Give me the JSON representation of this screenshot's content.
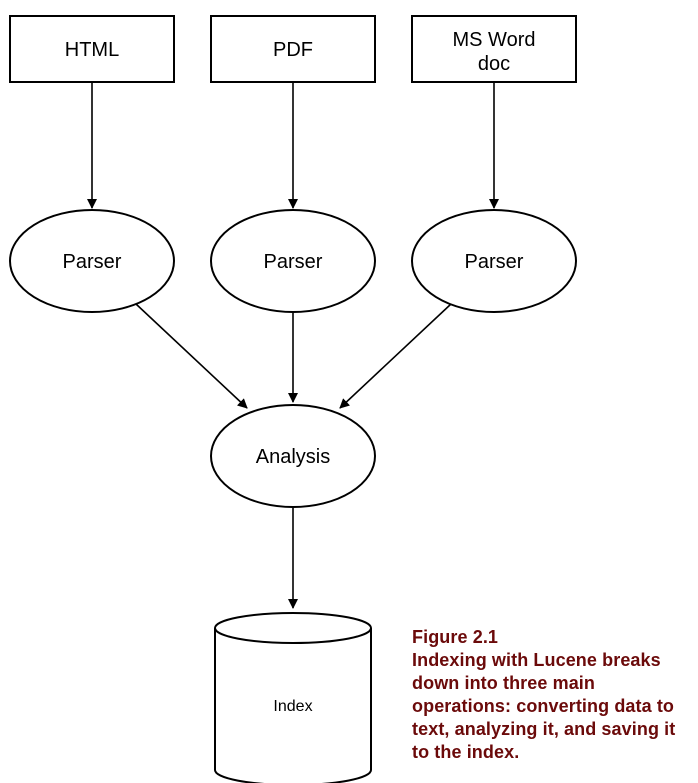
{
  "nodes": {
    "html_box": "HTML",
    "pdf_box": "PDF",
    "msword_box_line1": "MS Word",
    "msword_box_line2": "doc",
    "parser_1": "Parser",
    "parser_2": "Parser",
    "parser_3": "Parser",
    "analysis": "Analysis",
    "index": "Index"
  },
  "caption": {
    "label": "Figure 2.1",
    "text": "Indexing with Lucene breaks down into three main operations: converting data to text, analyzing it, and saving it to the index."
  },
  "colors": {
    "stroke": "#000000",
    "caption_text": "#6b0a0a",
    "background": "#ffffff"
  }
}
